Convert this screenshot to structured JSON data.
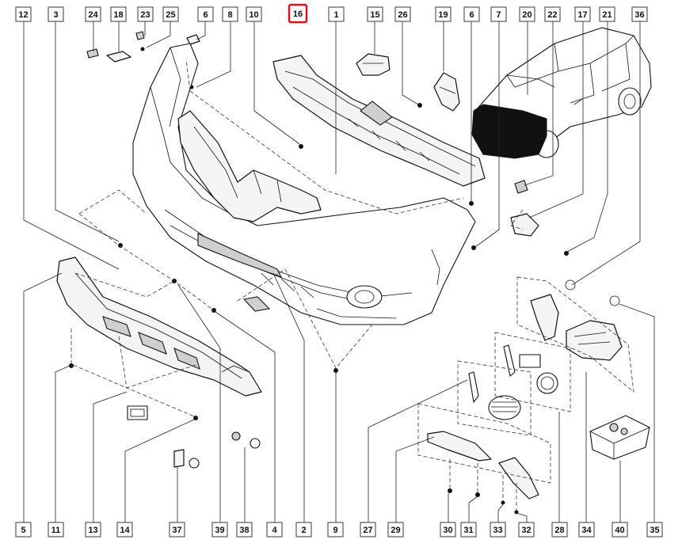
{
  "callouts": {
    "c12": "12",
    "c3": "3",
    "c24": "24",
    "c18": "18",
    "c23": "23",
    "c25": "25",
    "c6a": "6",
    "c8": "8",
    "c10": "10",
    "c16": "16",
    "c1": "1",
    "c15": "15",
    "c26": "26",
    "c19": "19",
    "c6b": "6",
    "c7": "7",
    "c20": "20",
    "c22": "22",
    "c17": "17",
    "c21": "21",
    "c36": "36",
    "c5": "5",
    "c11": "11",
    "c13": "13",
    "c14": "14",
    "c37": "37",
    "c39": "39",
    "c38": "38",
    "c4": "4",
    "c2": "2",
    "c9": "9",
    "c27": "27",
    "c29": "29",
    "c30": "30",
    "c31": "31",
    "c33": "33",
    "c32": "32",
    "c28": "28",
    "c34": "34",
    "c40": "40",
    "c35": "35"
  },
  "colors": {
    "highlight": "#e0101a",
    "ink": "#111111",
    "paper": "#ffffff"
  }
}
